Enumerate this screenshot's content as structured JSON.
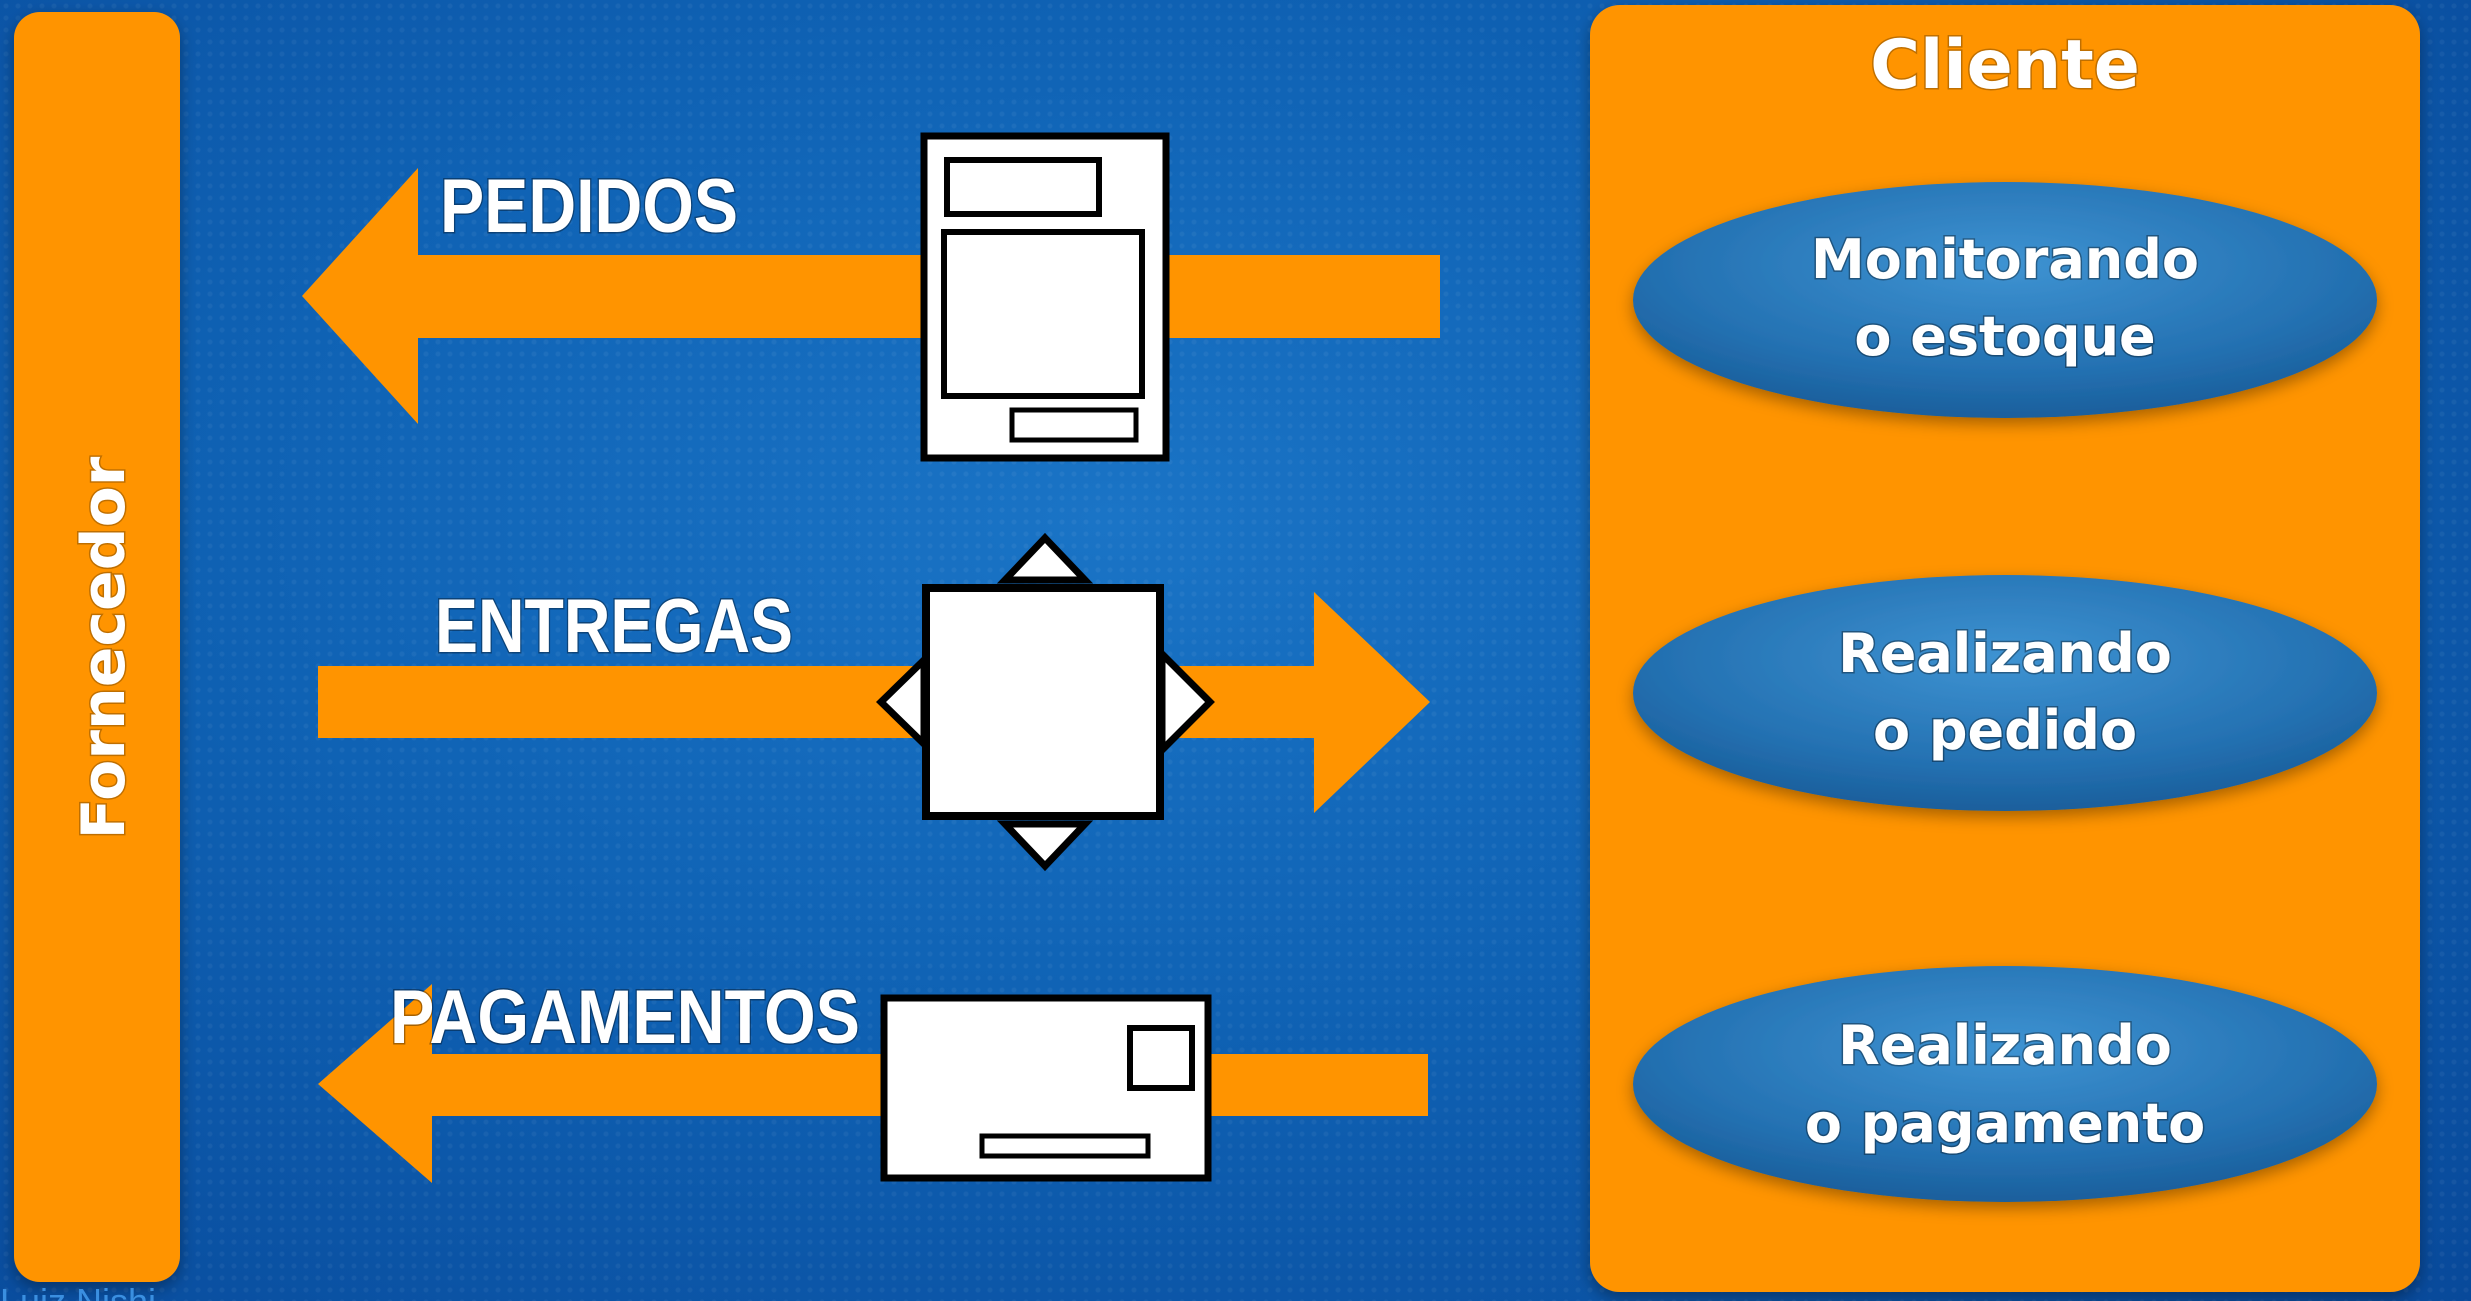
{
  "supplier": {
    "label": "Fornecedor"
  },
  "client": {
    "title": "Cliente",
    "activities": [
      {
        "line1": "Monitorando",
        "line2": "o estoque"
      },
      {
        "line1": "Realizando",
        "line2": "o pedido"
      },
      {
        "line1": "Realizando",
        "line2": "o pagamento"
      }
    ]
  },
  "flows": [
    {
      "label": "PEDIDOS",
      "direction": "to-supplier",
      "icon": "order-document-icon"
    },
    {
      "label": "ENTREGAS",
      "direction": "to-client",
      "icon": "package-box-icon"
    },
    {
      "label": "PAGAMENTOS",
      "direction": "to-supplier",
      "icon": "payment-envelope-icon"
    }
  ],
  "footer": {
    "text": "Luiz Nishi"
  },
  "colors": {
    "background": "#0f62b4",
    "accent": "#ff9400",
    "bubble": "#2a7bbd"
  }
}
